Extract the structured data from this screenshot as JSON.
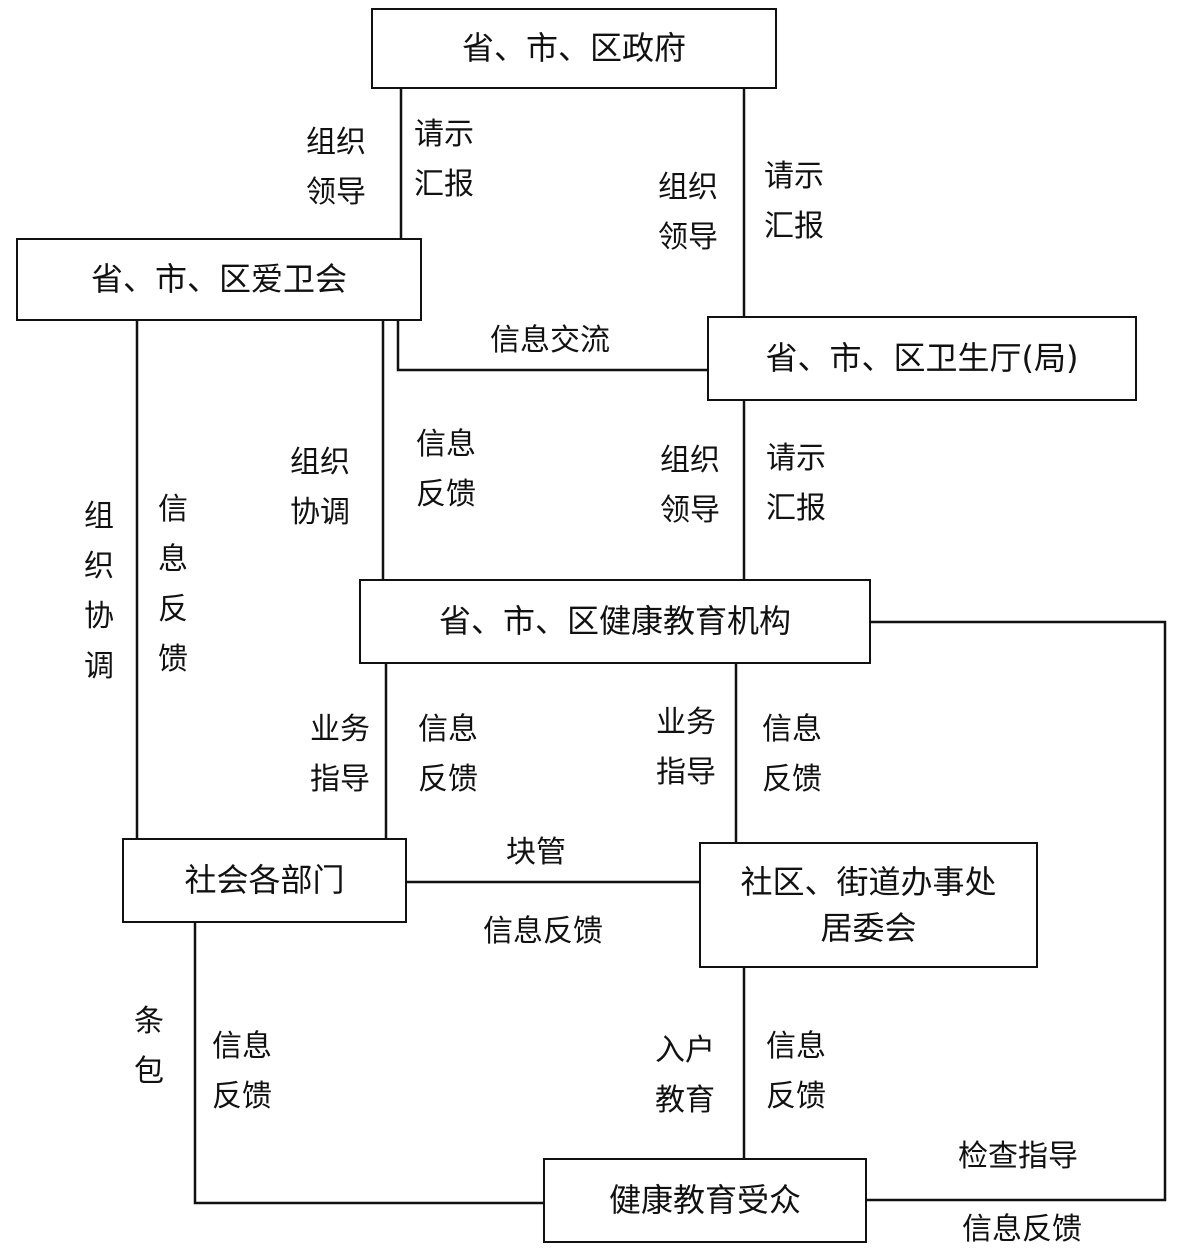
{
  "nodes": {
    "gov": "省、市、区政府",
    "aiwei": "省、市、区爱卫会",
    "health_dept": "省、市、区卫生厅(局)",
    "edu_org": "省、市、区健康教育机构",
    "social_depts": "社会各部门",
    "community_line1": "社区、街道办事处",
    "community_line2": "居委会",
    "audience": "健康教育受众"
  },
  "edges": {
    "gov_aiwei_down": "组织\n领导",
    "gov_aiwei_up": "请示\n汇报",
    "gov_health_down": "组织\n领导",
    "gov_health_up": "请示\n汇报",
    "aiwei_health_info": "信息交流",
    "aiwei_social_down": "组\n织\n协\n调",
    "aiwei_social_up": "信\n息\n反\n馈",
    "aiwei_edu_down": "组织\n协调",
    "aiwei_edu_up": "信息\n反馈",
    "health_edu_down": "组织\n领导",
    "health_edu_up": "请示\n汇报",
    "edu_social_down": "业务\n指导",
    "edu_social_up": "信息\n反馈",
    "edu_comm_down": "业务\n指导",
    "edu_comm_up": "信息\n反馈",
    "social_comm_top": "块管",
    "social_comm_bottom": "信息反馈",
    "social_aud_down": "条\n包",
    "social_aud_up": "信息\n反馈",
    "comm_aud_down": "入户\n教育",
    "comm_aud_up": "信息\n反馈",
    "edu_aud_top": "检查指导",
    "edu_aud_bottom": "信息反馈"
  }
}
